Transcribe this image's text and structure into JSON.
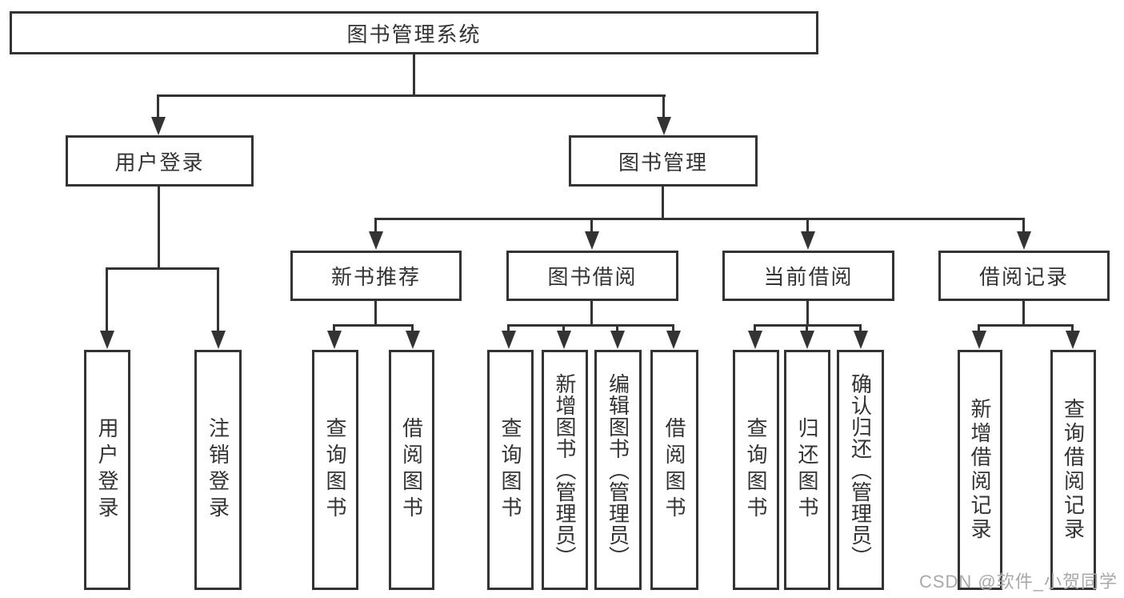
{
  "nodes": {
    "root": {
      "label": "图书管理系统"
    },
    "user_login": {
      "label": "用户登录"
    },
    "book_management": {
      "label": "图书管理"
    },
    "new_book_recommend": {
      "label": "新书推荐"
    },
    "book_borrow": {
      "label": "图书借阅"
    },
    "current_borrow": {
      "label": "当前借阅"
    },
    "borrow_record": {
      "label": "借阅记录"
    },
    "leaf_user_login": {
      "label": "用户登录"
    },
    "leaf_logout": {
      "label": "注销登录"
    },
    "leaf_query_book_recommend": {
      "label": "查询图书"
    },
    "leaf_borrow_book_recommend": {
      "label": "借阅图书"
    },
    "leaf_query_book_borrow": {
      "label": "查询图书"
    },
    "leaf_add_book": {
      "label": "新增图书（管理员）"
    },
    "leaf_edit_book": {
      "label": "编辑图书（管理员）"
    },
    "leaf_borrow_book_borrow": {
      "label": "借阅图书"
    },
    "leaf_query_book_current": {
      "label": "查询图书"
    },
    "leaf_return_book": {
      "label": "归还图书"
    },
    "leaf_confirm_return": {
      "label": "确认归还（管理员）"
    },
    "leaf_add_borrow_record": {
      "label": "新增借阅记录"
    },
    "leaf_query_borrow_record": {
      "label": "查询借阅记录"
    }
  },
  "edges": [
    {
      "parent": "图书管理系统",
      "children": [
        "用户登录",
        "图书管理"
      ]
    },
    {
      "parent": "用户登录",
      "children": [
        "用户登录",
        "注销登录"
      ]
    },
    {
      "parent": "图书管理",
      "children": [
        "新书推荐",
        "图书借阅",
        "当前借阅",
        "借阅记录"
      ]
    },
    {
      "parent": "新书推荐",
      "children": [
        "查询图书",
        "借阅图书"
      ]
    },
    {
      "parent": "图书借阅",
      "children": [
        "查询图书",
        "新增图书（管理员）",
        "编辑图书（管理员）",
        "借阅图书"
      ]
    },
    {
      "parent": "当前借阅",
      "children": [
        "查询图书",
        "归还图书",
        "确认归还（管理员）"
      ]
    },
    {
      "parent": "借阅记录",
      "children": [
        "新增借阅记录",
        "查询借阅记录"
      ]
    }
  ],
  "watermark": {
    "text": "CSDN @软件_小贺同学"
  },
  "colors": {
    "line": "#333333",
    "text": "#333333",
    "watermark": "#a9a9a9",
    "background": "#ffffff"
  }
}
